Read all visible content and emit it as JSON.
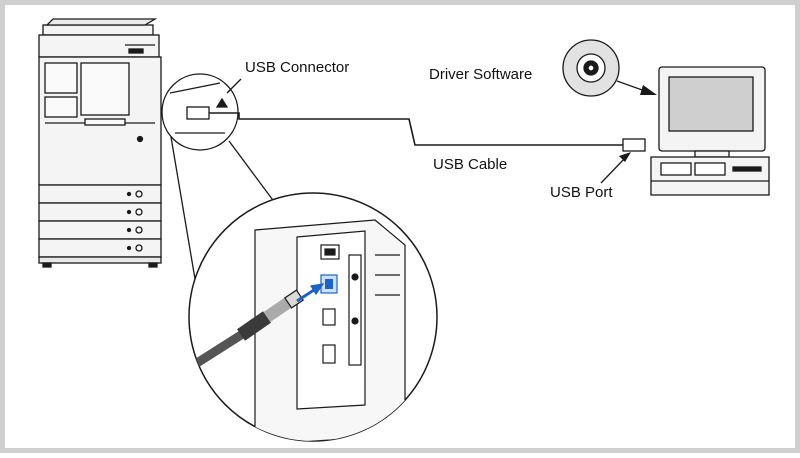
{
  "labels": {
    "usb_connector": "USB Connector",
    "driver_software": "Driver Software",
    "usb_cable": "USB Cable",
    "usb_port": "USB Port"
  },
  "colors": {
    "line": "#1a1a1a",
    "device_fill": "#f4f4f4",
    "screen_fill": "#cfcfcf",
    "arrow_accent": "#1b63c6",
    "frame_border": "#cfcfcf"
  },
  "icons": {
    "printer": "multifunction-printer-icon",
    "disc": "cd-disc-icon",
    "computer": "desktop-computer-icon",
    "magnifier": "magnified-connector-detail"
  }
}
